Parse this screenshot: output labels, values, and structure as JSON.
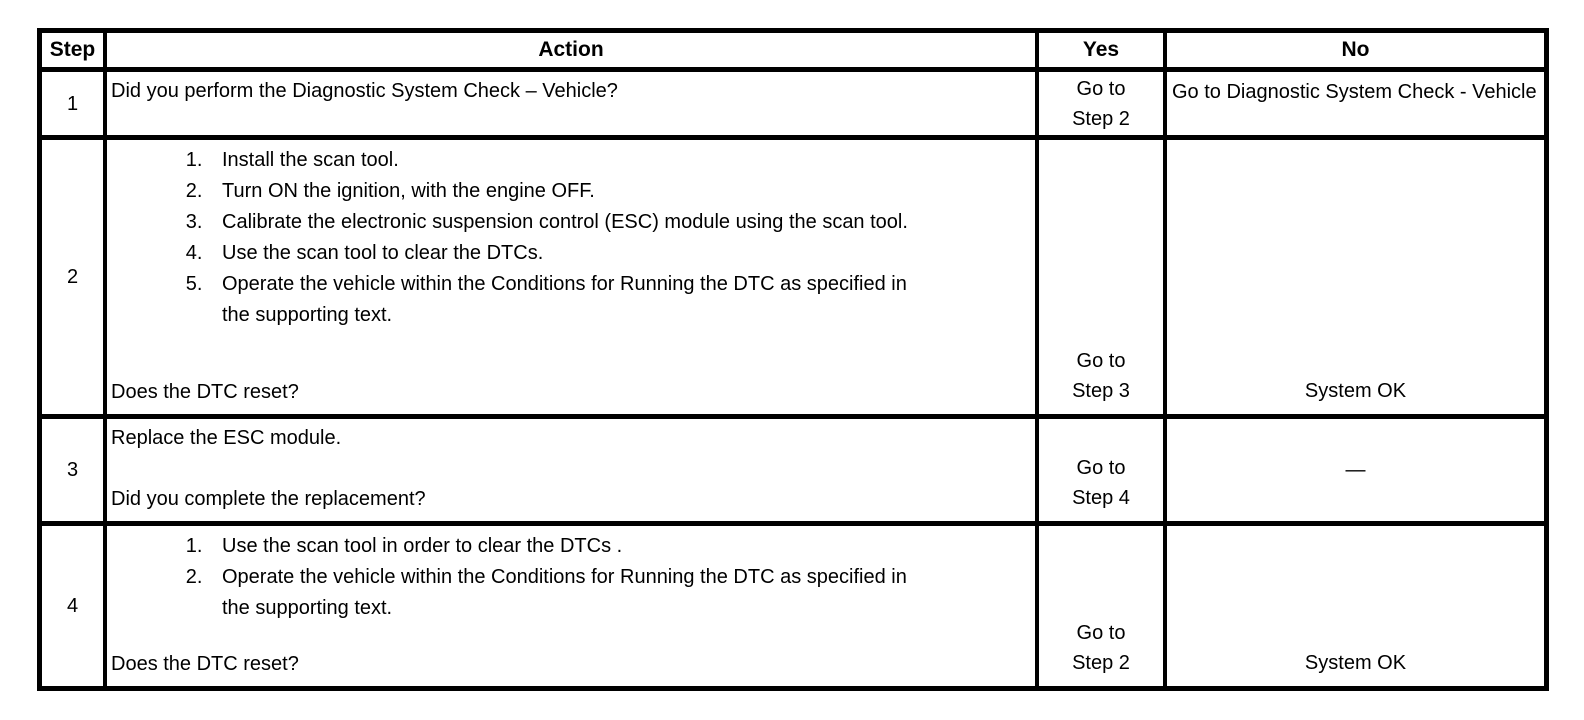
{
  "table": {
    "headers": {
      "step": "Step",
      "action": "Action",
      "yes": "Yes",
      "no": "No"
    },
    "rows": [
      {
        "step": "1",
        "action": {
          "intro": "Did you perform the Diagnostic System Check – Vehicle?"
        },
        "yes": "Go to\nStep 2",
        "no": "Go to Diagnostic System Check - Vehicle"
      },
      {
        "step": "2",
        "action": {
          "list": [
            "Install the scan tool.",
            "Turn ON the ignition, with the engine OFF.",
            "Calibrate the electronic suspension control (ESC) module using the scan tool.",
            "Use the scan tool to clear the DTCs.",
            "Operate the vehicle within the Conditions for Running the DTC as specified in the supporting text."
          ],
          "question": "Does the DTC reset?"
        },
        "yes": "Go to\nStep 3",
        "no": "System OK"
      },
      {
        "step": "3",
        "action": {
          "intro": "Replace the ESC module.",
          "question": "Did you complete the replacement?"
        },
        "yes": "Go to\nStep 4",
        "no": "—"
      },
      {
        "step": "4",
        "action": {
          "list": [
            "Use the scan tool in order to clear the DTCs .",
            "Operate the vehicle within the Conditions for Running the DTC as specified in the supporting text."
          ],
          "question": "Does the DTC reset?"
        },
        "yes": "Go to\nStep 2",
        "no": "System OK"
      }
    ],
    "colors": {
      "border": "#000000",
      "text": "#000000",
      "background": "#ffffff"
    }
  }
}
